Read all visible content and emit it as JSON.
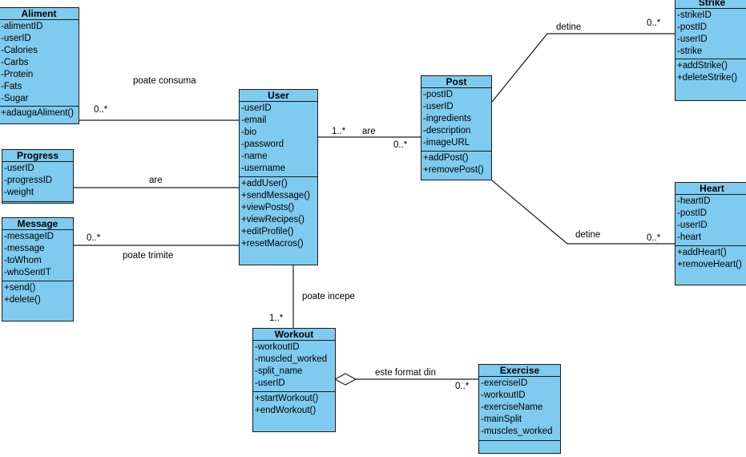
{
  "classes": {
    "aliment": {
      "name": "Aliment",
      "attributes": [
        "-alimentID",
        "-userID",
        "-Calories",
        "-Carbs",
        "-Protein",
        "-Fats",
        "-Sugar"
      ],
      "operations": [
        "+adaugaAliment()"
      ]
    },
    "progress": {
      "name": "Progress",
      "attributes": [
        "-userID",
        "-progressID",
        "-weight"
      ],
      "operations": []
    },
    "message": {
      "name": "Message",
      "attributes": [
        "-messageID",
        "-message",
        "-toWhom",
        "-whoSentIT"
      ],
      "operations": [
        "+send()",
        "+delete()"
      ]
    },
    "user": {
      "name": "User",
      "attributes": [
        "-userID",
        "-email",
        "-bio",
        "-password",
        "-name",
        "-username"
      ],
      "operations": [
        "+addUser()",
        "+sendMessage()",
        "+viewPosts()",
        "+viewRecipes()",
        "+editProfile()",
        "+resetMacros()"
      ]
    },
    "post": {
      "name": "Post",
      "attributes": [
        "-postID",
        "-userID",
        "-ingredients",
        "-description",
        "-imageURL"
      ],
      "operations": [
        "+addPost()",
        "+removePost()"
      ]
    },
    "strike": {
      "name": "Strike",
      "attributes": [
        "-strikeID",
        "-postID",
        "-userID",
        "-strike"
      ],
      "operations": [
        "+addStrike()",
        "+deleteStrike()"
      ]
    },
    "heart": {
      "name": "Heart",
      "attributes": [
        "-heartID",
        "-postID",
        "-userID",
        "-heart"
      ],
      "operations": [
        "+addHeart()",
        "+removeHeart()"
      ]
    },
    "workout": {
      "name": "Workout",
      "attributes": [
        "-workoutID",
        "-muscled_worked",
        "-split_name",
        "-userID"
      ],
      "operations": [
        "+startWorkout()",
        "+endWorkout()"
      ]
    },
    "exercise": {
      "name": "Exercise",
      "attributes": [
        "-exerciseID",
        "-workoutID",
        "-exerciseName",
        "-mainSplit",
        "-muscles_worked"
      ],
      "operations": []
    }
  },
  "associations": {
    "user_aliment": {
      "label": "poate consuma",
      "multiplicity": "0..*"
    },
    "user_progress": {
      "label": "are"
    },
    "user_message": {
      "label": "poate trimite",
      "multiplicity": "0..*"
    },
    "user_post": {
      "label": "are",
      "user_end": "1..*",
      "post_end": "0..*"
    },
    "post_strike": {
      "label": "detine",
      "multiplicity": "0..*"
    },
    "post_heart": {
      "label": "detine",
      "multiplicity": "0..*"
    },
    "user_workout": {
      "label": "poate incepe",
      "multiplicity": "1..*"
    },
    "workout_exercise": {
      "label": "este format din",
      "multiplicity": "0..*"
    }
  },
  "colors": {
    "class_fill": "#7ecbef",
    "line": "#1a1a1a"
  }
}
